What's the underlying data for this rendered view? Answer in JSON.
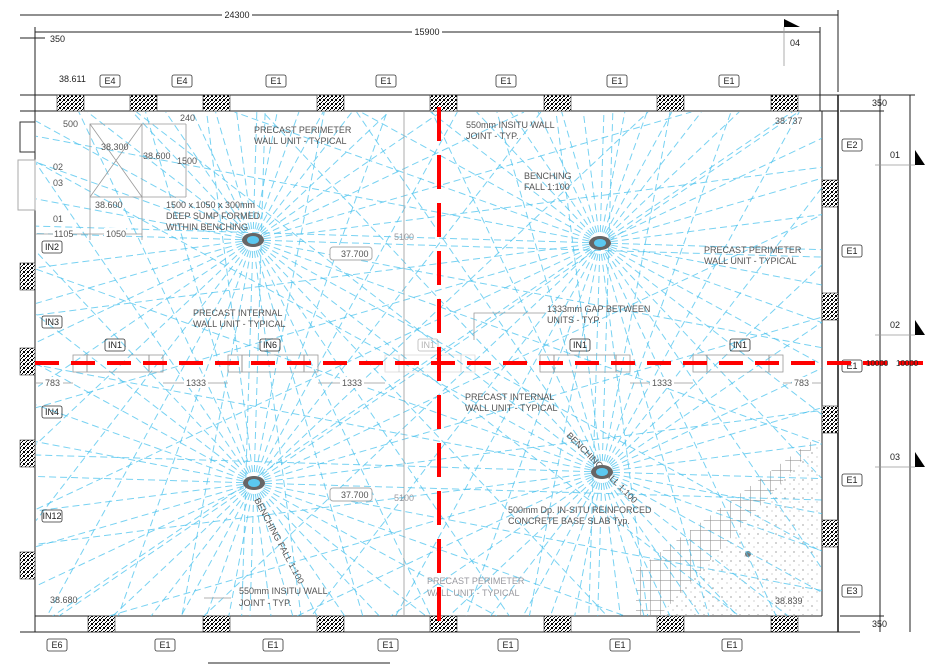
{
  "dimensions": {
    "overall": "24300",
    "inner": "15900",
    "wall_top_left": "350",
    "wall_right_top": "350",
    "wall_right_bottom": "350",
    "sump_offset": "500",
    "sump_gap": "240",
    "sump_length": "1500",
    "sump_x1": "1105",
    "sump_x2": "1050",
    "bay_left": "5100",
    "bay_left_lower": "5100",
    "internal_gaps": [
      "783",
      "1333",
      "1333",
      "1333",
      "783"
    ],
    "gridline_labels": [
      "10000",
      "10000"
    ]
  },
  "section_markers": [
    "04",
    "01",
    "02",
    "03"
  ],
  "levels": {
    "top_left": "38.611",
    "top_right": "38.737",
    "sump_base": "38.300",
    "sump_edge": "38.600",
    "sump_lower": "38.600",
    "bench_upper": "37.700",
    "bench_lower": "37.700",
    "bottom_left": "38.680",
    "bottom_right": "38.839"
  },
  "unit_tags": {
    "top": [
      "E4",
      "E4",
      "E1",
      "E1",
      "E1",
      "E1",
      "E1"
    ],
    "bottom": [
      "E6",
      "E1",
      "E1",
      "E1",
      "E1",
      "E1",
      "E1"
    ],
    "right": [
      "E2",
      "E1",
      "E1",
      "E1",
      "E3"
    ],
    "internal": [
      "IN1",
      "IN6",
      "IN1",
      "IN1",
      "IN1"
    ],
    "left": [
      "IN2",
      "IN3",
      "IN4",
      "IN12"
    ],
    "pipes": [
      "02",
      "03",
      "01"
    ]
  },
  "notes": {
    "perimeter_top_left": [
      "PRECAST PERIMETER",
      "WALL UNIT - TYPICAL"
    ],
    "sump": [
      "1500 x 1050 x 300mm",
      "DEEP SUMP FORMED",
      "WITHIN BENCHING"
    ],
    "joint_top": [
      "550mm INSITU WALL",
      "JOINT - TYP."
    ],
    "bench_top": [
      "BENCHING",
      "FALL 1:100"
    ],
    "perimeter_right": [
      "PRECAST PERIMETER",
      "WALL UNIT - TYPICAL"
    ],
    "gap": [
      "1333mm GAP BETWEEN",
      "UNITS - TYP."
    ],
    "internal_left": [
      "PRECAST INTERNAL",
      "WALL UNIT - TYPICAL"
    ],
    "internal_right": [
      "PRECAST INTERNAL",
      "WALL UNIT - TYPICAL"
    ],
    "bench_right": "BENCHING FALL 1:100",
    "bench_left": "BENCHING FALL 1:100",
    "slab": [
      "500mm Dp. IN-SITU REINFORCED",
      "CONCRETE BASE SLAB Typ."
    ],
    "perimeter_bottom": [
      "PRECAST PERIMETER",
      "WALL UNIT - TYPICAL"
    ],
    "joint_bottom": [
      "550mm INSITU WALL",
      "JOINT - TYP."
    ]
  },
  "colors": {
    "fall_lines": "#4cc3ee",
    "gridline": "#ff0000",
    "linework": "#222222"
  }
}
